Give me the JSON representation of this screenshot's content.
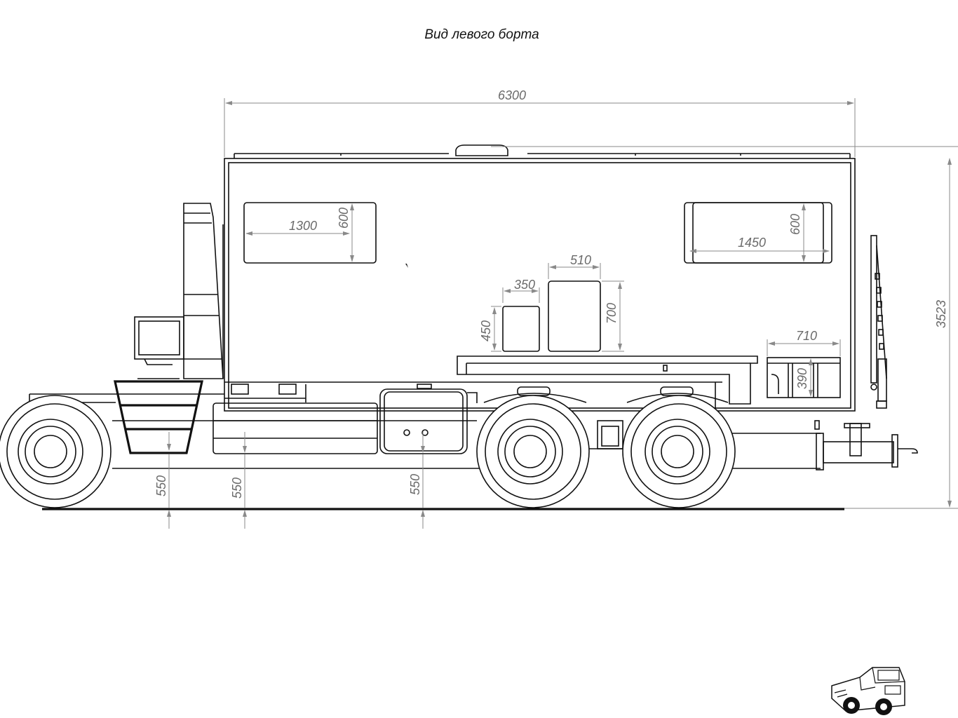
{
  "title": "Вид левого борта",
  "dimensions": {
    "overall_length": "6300",
    "overall_height": "3523",
    "window_left_width": "1300",
    "window_left_height": "600",
    "window_right_width": "1450",
    "window_right_height": "600",
    "door_small_width": "350",
    "door_small_height": "450",
    "door_large_width": "510",
    "door_large_height": "700",
    "box_width": "710",
    "box_height": "390",
    "step_height": "550",
    "tank_height": "550",
    "toolbox_height": "550"
  },
  "logo": "truck-logo"
}
